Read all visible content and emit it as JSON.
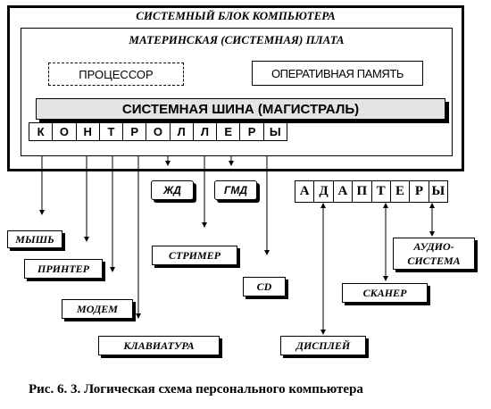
{
  "system_unit": {
    "title": "СИСТЕМНЫЙ БЛОК КОМПЬЮТЕРА"
  },
  "motherboard": {
    "title": "МАТЕРИНСКАЯ (СИСТЕМНАЯ) ПЛАТА"
  },
  "processor": {
    "label": "ПРОЦЕССОР"
  },
  "ram": {
    "label": "ОПЕРАТИВНАЯ ПАМЯТЬ"
  },
  "bus": {
    "label": "СИСТЕМНАЯ ШИНА (МАГИСТРАЛЬ)"
  },
  "controllers": {
    "letters": [
      "К",
      "О",
      "Н",
      "Т",
      "Р",
      "О",
      "Л",
      "Л",
      "Е",
      "Р",
      "Ы"
    ]
  },
  "hdd": {
    "label": "ЖД"
  },
  "fdd": {
    "label": "ГМД"
  },
  "adapters": {
    "letters": [
      "А",
      "Д",
      "А",
      "П",
      "Т",
      "Е",
      "Р",
      "Ы"
    ]
  },
  "devices": {
    "mouse": "МЫШЬ",
    "printer": "ПРИНТЕР",
    "modem": "МОДЕМ",
    "keyboard": "КЛАВИАТУРА",
    "streamer": "СТРИМЕР",
    "cd": "CD",
    "display": "ДИСПЛЕЙ",
    "scanner": "СКАНЕР",
    "audio_line1": "АУДИО-",
    "audio_line2": "СИСТЕМА"
  },
  "caption": "Рис. 6. 3. Логическая схема персонального компьютера"
}
